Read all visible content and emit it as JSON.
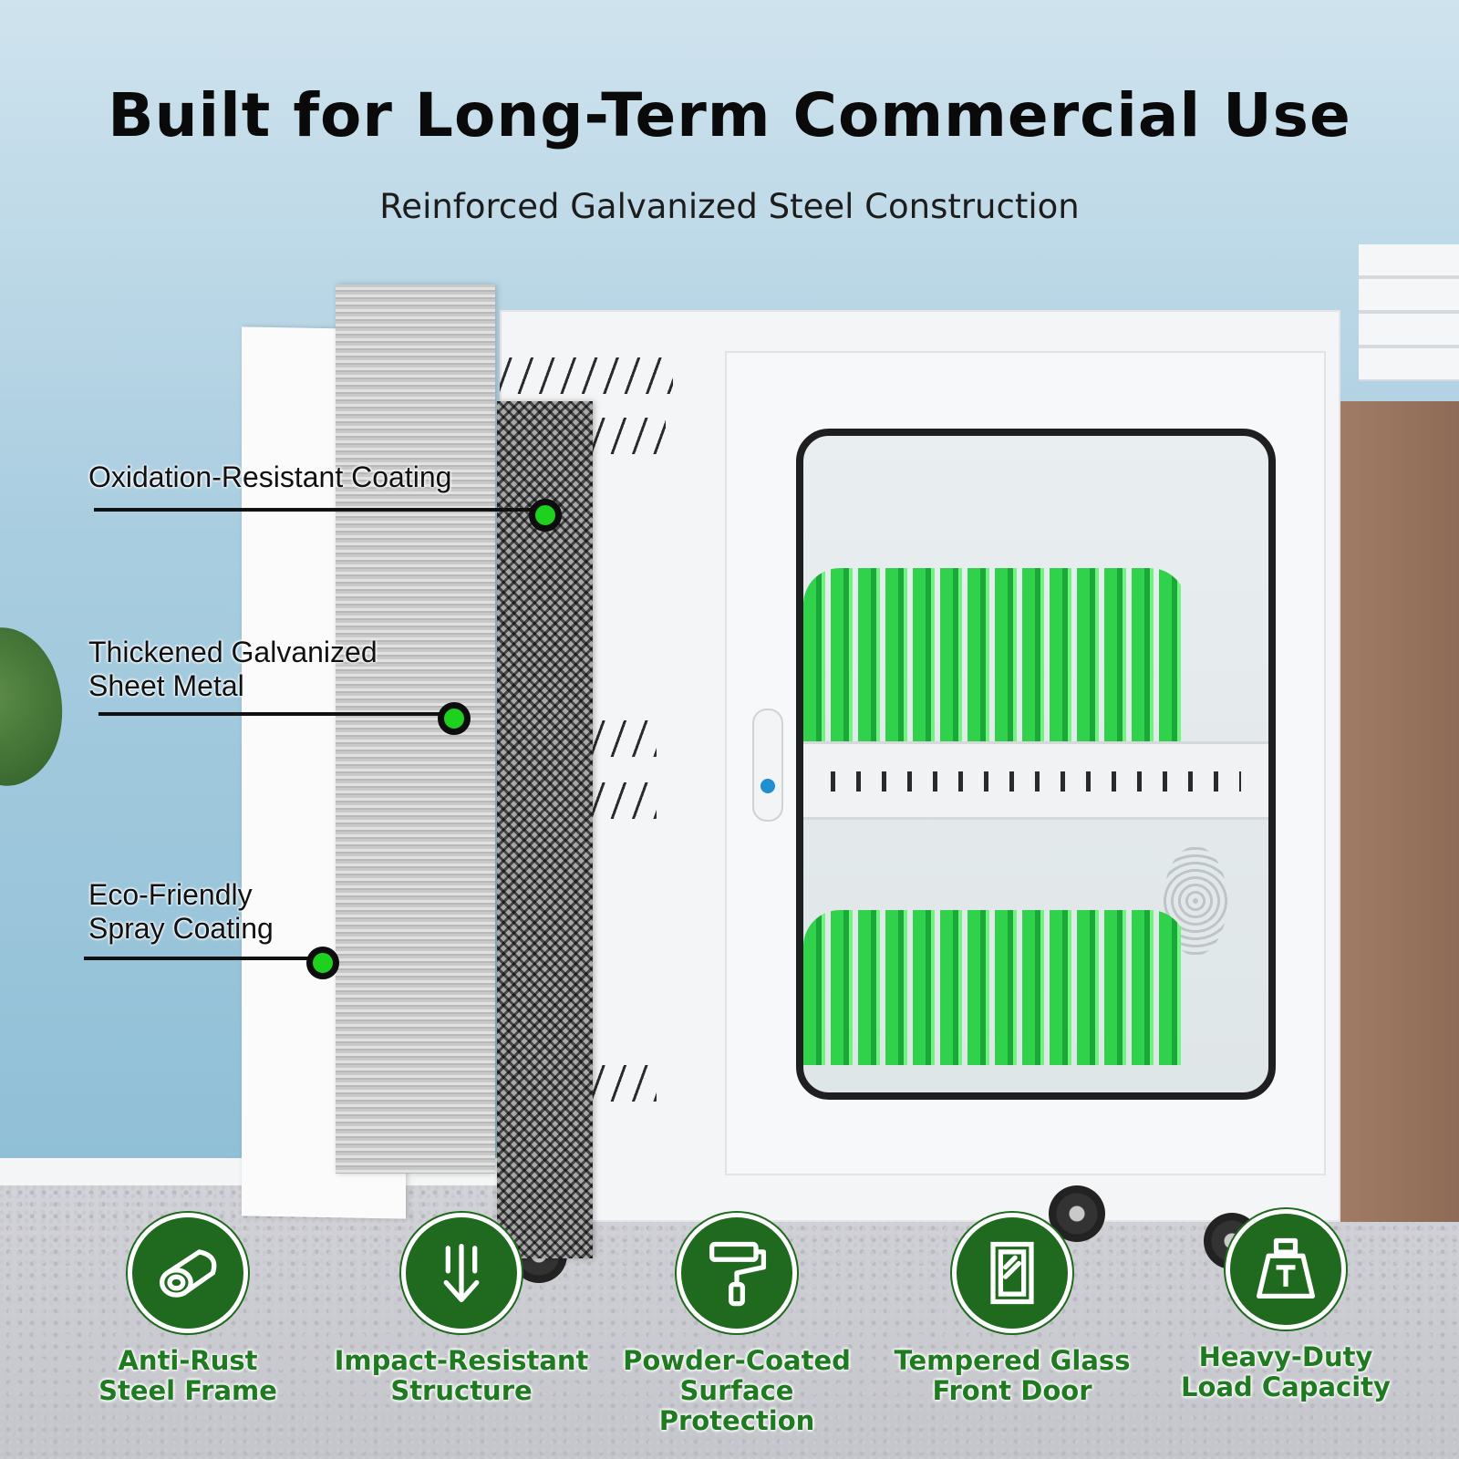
{
  "header": {
    "title": "Built for Long-Term Commercial Use",
    "subtitle": "Reinforced Galvanized Steel Construction"
  },
  "callouts": [
    {
      "line1": "Oxidation-Resistant Coating",
      "line2": ""
    },
    {
      "line1": "Thickened Galvanized",
      "line2": "Sheet Metal"
    },
    {
      "line1": "Eco-Friendly",
      "line2": "Spray Coating"
    }
  ],
  "features": [
    {
      "icon": "steel-pipe-icon",
      "line1": "Anti-Rust",
      "line2": "Steel Frame"
    },
    {
      "icon": "impact-arrow-icon",
      "line1": "Impact-Resistant",
      "line2": "Structure"
    },
    {
      "icon": "paint-roller-icon",
      "line1": "Powder-Coated",
      "line2": "Surface Protection"
    },
    {
      "icon": "glass-door-icon",
      "line1": "Tempered Glass",
      "line2": "Front Door"
    },
    {
      "icon": "weight-icon",
      "line1": "Heavy-Duty",
      "line2": "Load Capacity"
    }
  ],
  "colors": {
    "accent_green": "#1f6a1f",
    "label_green": "#1f7a22",
    "dot_green": "#1ed11e",
    "rack_green": "#2fd24a"
  }
}
